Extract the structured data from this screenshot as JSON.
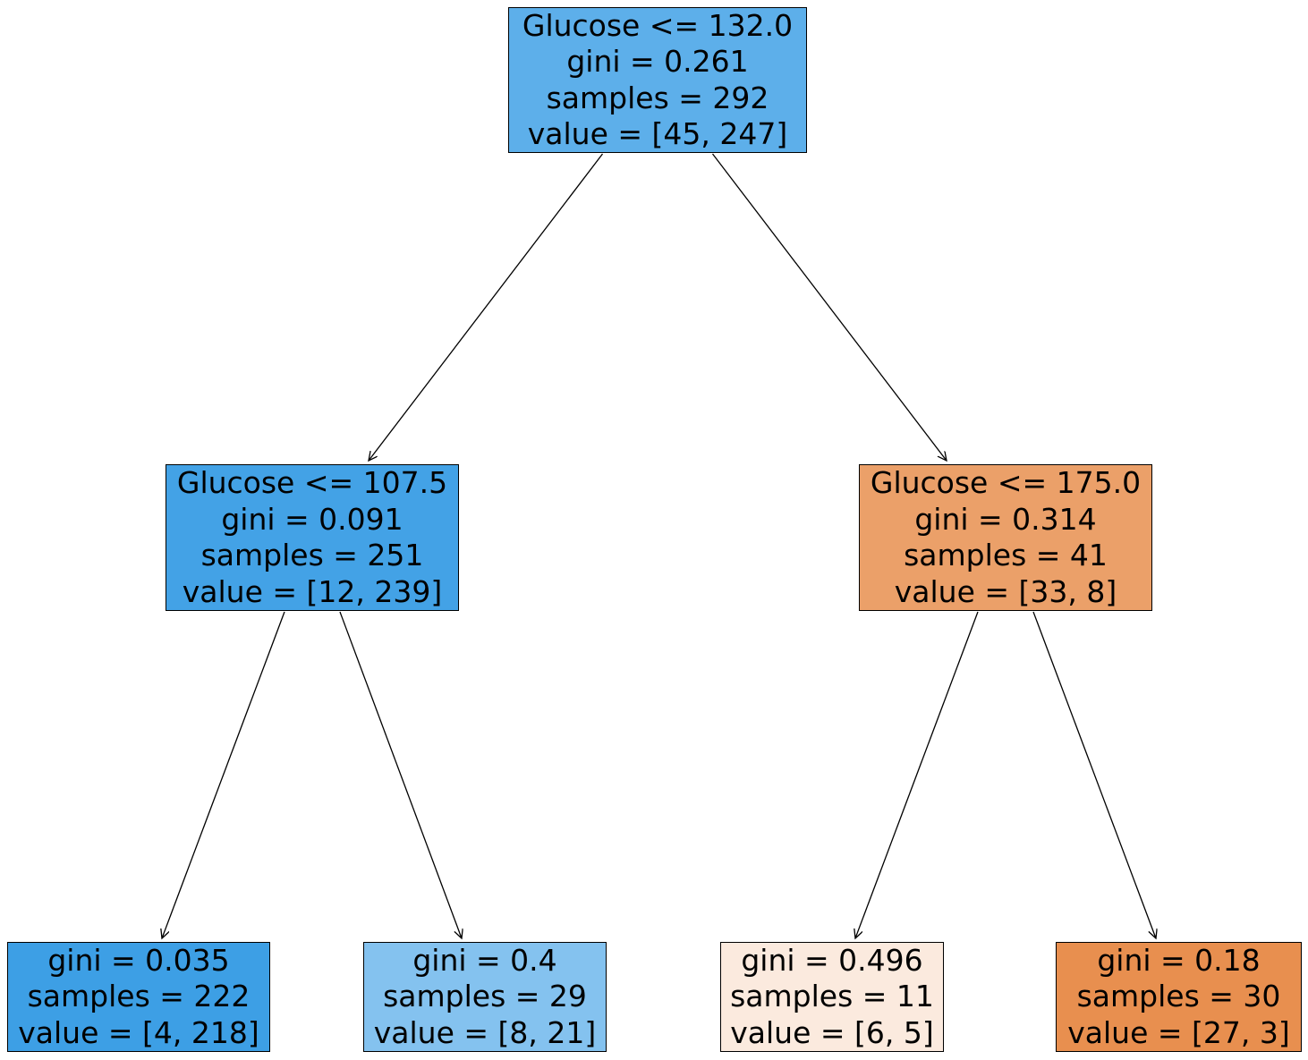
{
  "figure": {
    "type": "decision-tree",
    "background_color": "#ffffff",
    "edge_color": "#000000",
    "text_color": "#000000",
    "class_colors": {
      "class0_base": "#e58139",
      "class1_base": "#399de5"
    }
  },
  "tree": {
    "nodes": [
      {
        "id": "root",
        "depth": 0,
        "fill": "#5dafea",
        "lines": [
          "Glucose <= 132.0",
          "gini = 0.261",
          "samples = 292",
          "value = [45, 247]"
        ]
      },
      {
        "id": "node-left",
        "depth": 1,
        "fill": "#43a2e6",
        "lines": [
          "Glucose <= 107.5",
          "gini = 0.091",
          "samples = 251",
          "value = [12, 239]"
        ]
      },
      {
        "id": "node-right",
        "depth": 1,
        "fill": "#eba069",
        "lines": [
          "Glucose <= 175.0",
          "gini = 0.314",
          "samples = 41",
          "value = [33, 8]"
        ]
      },
      {
        "id": "leaf-left-left",
        "depth": 2,
        "fill": "#3d9fe5",
        "lines": [
          "gini = 0.035",
          "samples = 222",
          "value = [4, 218]"
        ]
      },
      {
        "id": "leaf-left-right",
        "depth": 2,
        "fill": "#84c2ef",
        "lines": [
          "gini = 0.4",
          "samples = 29",
          "value = [8, 21]"
        ]
      },
      {
        "id": "leaf-right-left",
        "depth": 2,
        "fill": "#fbeade",
        "lines": [
          "gini = 0.496",
          "samples = 11",
          "value = [6, 5]"
        ]
      },
      {
        "id": "leaf-right-right",
        "depth": 2,
        "fill": "#e88f4f",
        "lines": [
          "gini = 0.18",
          "samples = 30",
          "value = [27, 3]"
        ]
      }
    ]
  }
}
